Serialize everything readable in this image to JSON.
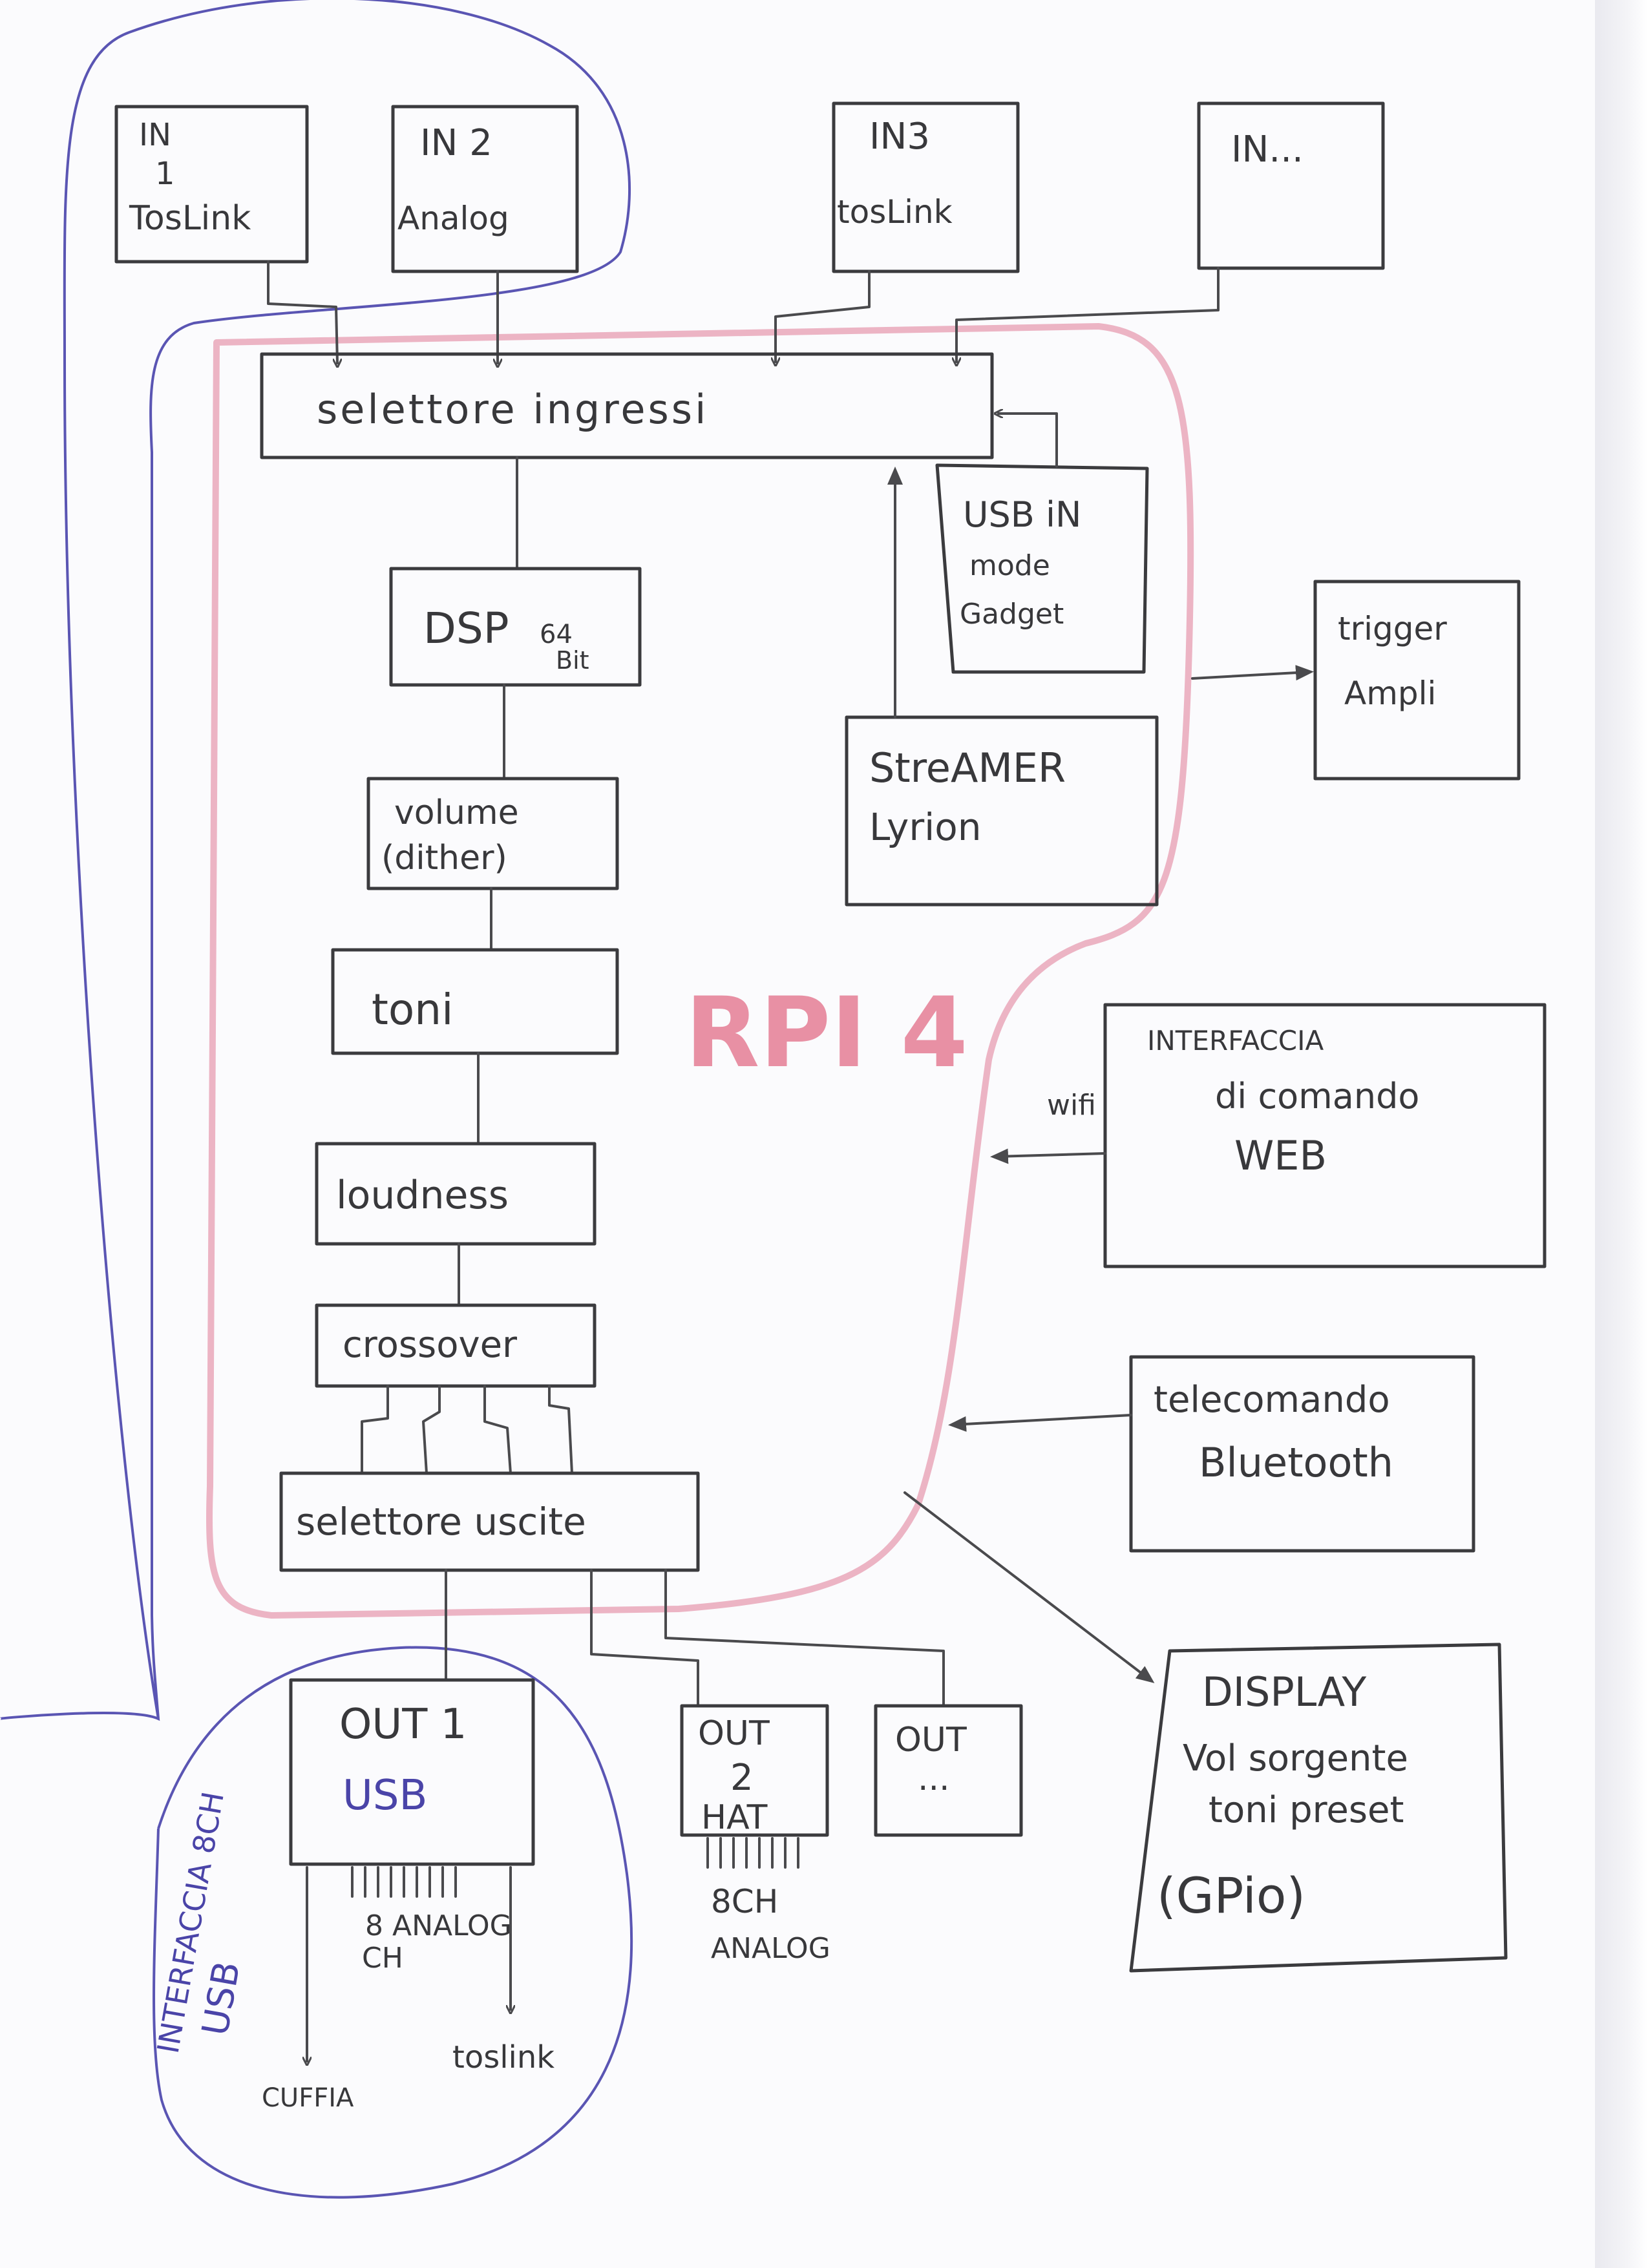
{
  "diagram": {
    "inputs": {
      "in1": [
        "IN",
        "1",
        "TosLink"
      ],
      "in2": [
        "IN 2",
        "Analog"
      ],
      "in3": [
        "IN3",
        "tosLink"
      ],
      "in_more": "IN..."
    },
    "selettore_ingressi": "selettore ingressi",
    "usb_in": [
      "USB iN",
      "mode",
      "Gadget"
    ],
    "trigger": [
      "trigger",
      "Ampli"
    ],
    "streamer": [
      "StreAMER",
      "Lyrion"
    ],
    "dsp": [
      "DSP",
      "64",
      "Bit"
    ],
    "volume": [
      "volume",
      "(dither)"
    ],
    "toni": "toni",
    "loudness": "loudness",
    "crossover": "crossover",
    "selettore_uscite": "selettore uscite",
    "rpi_label": "RPI 4",
    "web": {
      "link": "wifi",
      "lines": [
        "INTERFACCIA",
        "di comando",
        "WEB"
      ]
    },
    "telecomando": [
      "telecomando",
      "Bluetooth"
    ],
    "display": [
      "DISPLAY",
      "Vol sorgente",
      "toni preset",
      "(GPio)"
    ],
    "out1": [
      "OUT 1",
      "USB"
    ],
    "out1_analog": [
      "8 ANALOG",
      "CH"
    ],
    "out1_cuffia": "CUFFIA",
    "out1_toslink": "toslink",
    "out2": [
      "OUT",
      "2",
      "HAT"
    ],
    "out2_analog": [
      "8CH",
      "ANALOG"
    ],
    "out_more": [
      "OUT",
      "..."
    ],
    "usb_interface_label": [
      "INTERFACCIA 8CH",
      "USB"
    ],
    "colors": {
      "ink": "#3b3b3e",
      "rpi_outline": "#ecb4c4",
      "usb_outline": "#5a55b3"
    }
  }
}
